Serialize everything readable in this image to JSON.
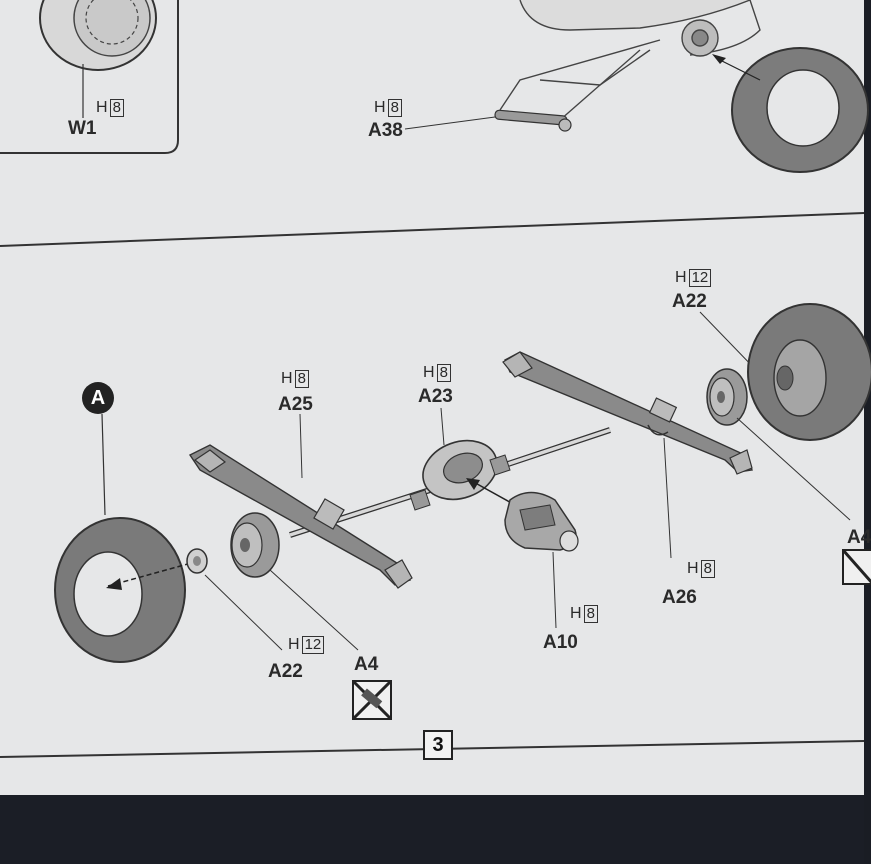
{
  "labels": {
    "w1": {
      "part": "W1",
      "ref": "H",
      "num": "8"
    },
    "a38": {
      "part": "A38",
      "ref": "H",
      "num": "8"
    },
    "a22_top": {
      "part": "A22",
      "ref": "H",
      "num": "12"
    },
    "a25": {
      "part": "A25",
      "ref": "H",
      "num": "8"
    },
    "a23": {
      "part": "A23",
      "ref": "H",
      "num": "8"
    },
    "a26": {
      "part": "A26",
      "ref": "H",
      "num": "8"
    },
    "a10": {
      "part": "A10",
      "ref": "H",
      "num": "8"
    },
    "a22_bottom": {
      "part": "A22",
      "ref": "H",
      "num": "12"
    },
    "a4": {
      "part": "A4"
    },
    "a4_right": {
      "part": "A4"
    }
  },
  "callout": "A",
  "step_number": "3"
}
